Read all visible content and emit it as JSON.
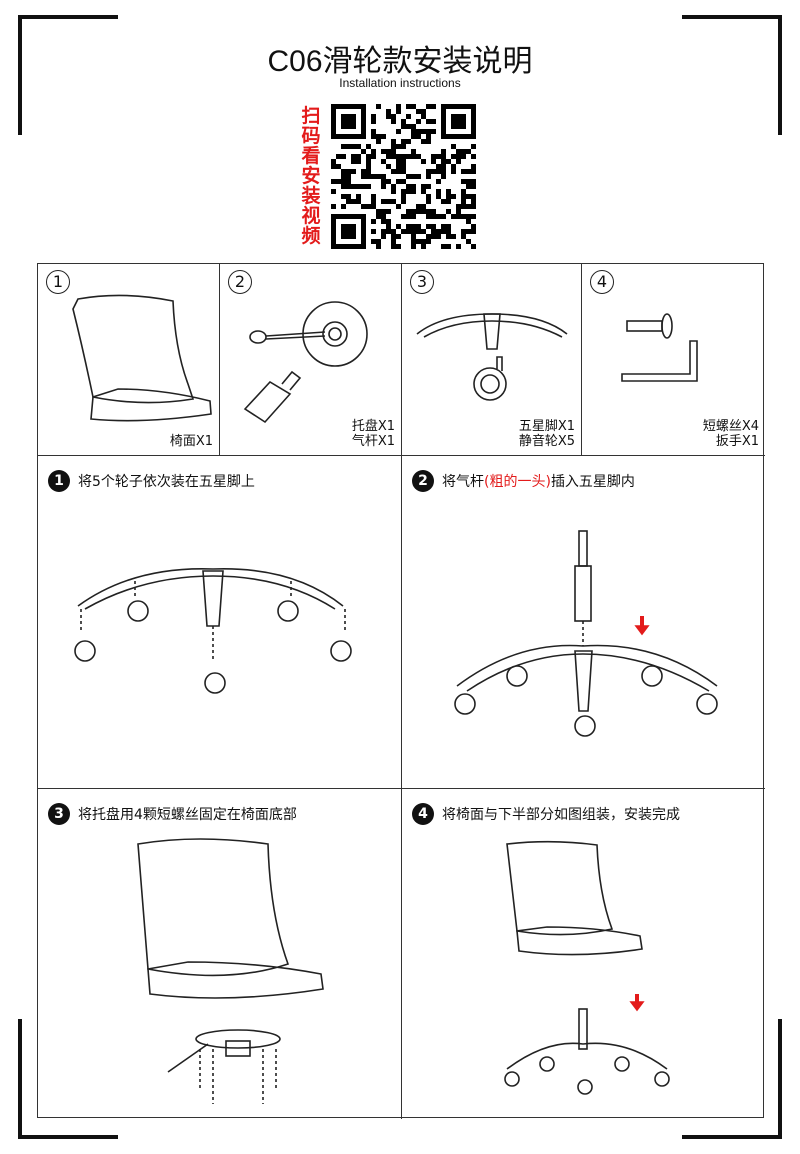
{
  "header": {
    "title": "C06滑轮款安装说明",
    "subtitle": "Installation instructions",
    "scan_text": "扫码看安装视频"
  },
  "parts": [
    {
      "number": "1",
      "lines": [
        "椅面X1"
      ]
    },
    {
      "number": "2",
      "lines": [
        "托盘X1",
        "气杆X1"
      ]
    },
    {
      "number": "3",
      "lines": [
        "五星脚X1",
        "静音轮X5"
      ]
    },
    {
      "number": "4",
      "lines": [
        "短螺丝X4",
        "扳手X1"
      ]
    }
  ],
  "steps": [
    {
      "number": "1",
      "text": "将5个轮子依次装在五星脚上"
    },
    {
      "number": "2",
      "text_before": "将气杆",
      "text_highlight": "(粗的一头)",
      "text_after": "插入五星脚内"
    },
    {
      "number": "3",
      "text": "将托盘用4颗短螺丝固定在椅面底部"
    },
    {
      "number": "4",
      "text": "将椅面与下半部分如图组装，安装完成"
    }
  ],
  "colors": {
    "highlight": "#e31b1b",
    "line": "#222222"
  }
}
